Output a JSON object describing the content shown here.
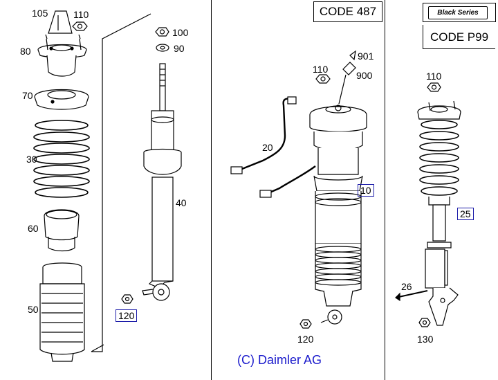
{
  "header": {
    "code_487": "CODE 487",
    "black_series": "Black Series",
    "code_p99": "CODE P99"
  },
  "labels": {
    "p105": "105",
    "p110a": "110",
    "p80": "80",
    "p70": "70",
    "p30": "30",
    "p60": "60",
    "p50": "50",
    "p100": "100",
    "p90": "90",
    "p40": "40",
    "p120a": "120",
    "p901": "901",
    "p110b": "110",
    "p900": "900",
    "p20": "20",
    "p10": "10",
    "p120b": "120",
    "p110c": "110",
    "p25": "25",
    "p26": "26",
    "p130": "130"
  },
  "footer": {
    "copyright": "(C) Daimler AG"
  }
}
